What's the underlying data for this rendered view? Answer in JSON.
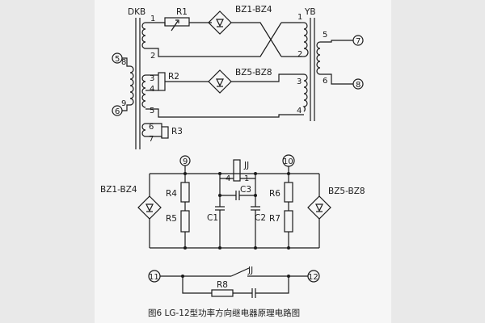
{
  "labels": {
    "dkb": "DKB",
    "r1": "R1",
    "bz1_bz4_top": "BZ1-BZ4",
    "yb": "YB",
    "r2": "R2",
    "bz5_bz8_top": "BZ5-BZ8",
    "r3": "R3",
    "jj_coil": "JJ",
    "c3": "C3",
    "r4": "R4",
    "r5": "R5",
    "c1": "C1",
    "c2": "C2",
    "r6": "R6",
    "r7": "R7",
    "bz1_bz4_bottom": "BZ1-BZ4",
    "bz5_bz8_bottom": "BZ5-BZ8",
    "jj_contact": "JJ",
    "r8": "R8"
  },
  "pins": {
    "dkb_1": "1",
    "dkb_2": "2",
    "dkb_3": "3",
    "dkb_4": "4",
    "dkb_5": "5",
    "dkb_6": "6",
    "dkb_7": "7",
    "dkb_8": "8",
    "dkb_9": "9",
    "yb_1": "1",
    "yb_2": "2",
    "yb_3": "3",
    "yb_4": "4",
    "yb_5": "5",
    "yb_6": "6",
    "jj_1": "1",
    "jj_4": "4"
  },
  "terminals": {
    "t5": "5",
    "t6": "6",
    "t7": "7",
    "t8": "8",
    "t9": "9",
    "t10": "10",
    "t11": "11",
    "t12": "12"
  },
  "caption": "图6  LG-12型功率方向继电器原理电路图"
}
